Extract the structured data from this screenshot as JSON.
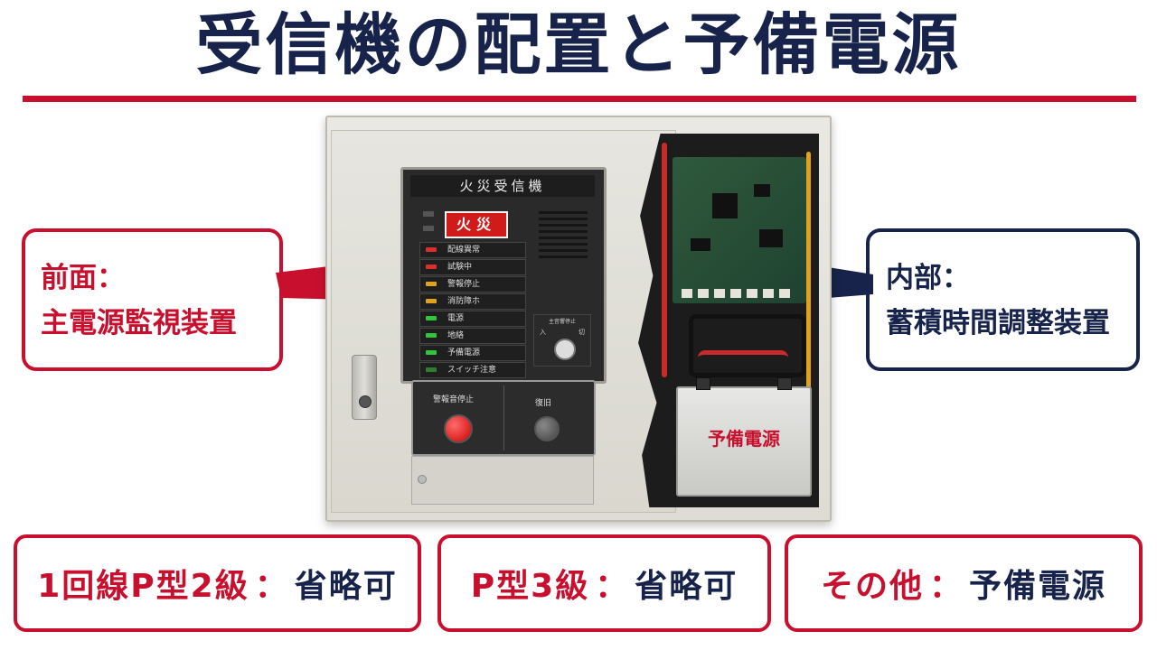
{
  "title": "受信機の配置と予備電源",
  "callouts": {
    "left": {
      "line1": "前面：",
      "line2": "主電源監視装置"
    },
    "right": {
      "line1": "内部：",
      "line2": "蓄積時間調整装置"
    }
  },
  "panel": {
    "title": "火災受信機",
    "fire_label": "火災",
    "lamps": [
      {
        "label": "配線異常",
        "color": "#d9302c"
      },
      {
        "label": "試験中",
        "color": "#d9302c"
      },
      {
        "label": "警報停止",
        "color": "#e0a21c"
      },
      {
        "label": "消防障ホ",
        "color": "#e0a21c"
      },
      {
        "label": "電源",
        "color": "#31c43c"
      },
      {
        "label": "地絡",
        "color": "#31c43c"
      },
      {
        "label": "予備電源",
        "color": "#31c43c"
      },
      {
        "label": "スイッチ注意",
        "color": "#2e7d32"
      }
    ],
    "key_switch": {
      "label": "主音響停止",
      "on": "入",
      "off": "切"
    },
    "stop_button_label": "警報音停止",
    "reset_button_label": "復旧"
  },
  "battery_label": "予備電源",
  "bottom_boxes": [
    {
      "label": "1回線P型2級",
      "value": "省略可"
    },
    {
      "label": "P型3級",
      "value": "省略可"
    },
    {
      "label": "その他",
      "value": "予備電源"
    }
  ],
  "colors": {
    "accent_red": "#c8102e",
    "navy": "#17234a"
  }
}
